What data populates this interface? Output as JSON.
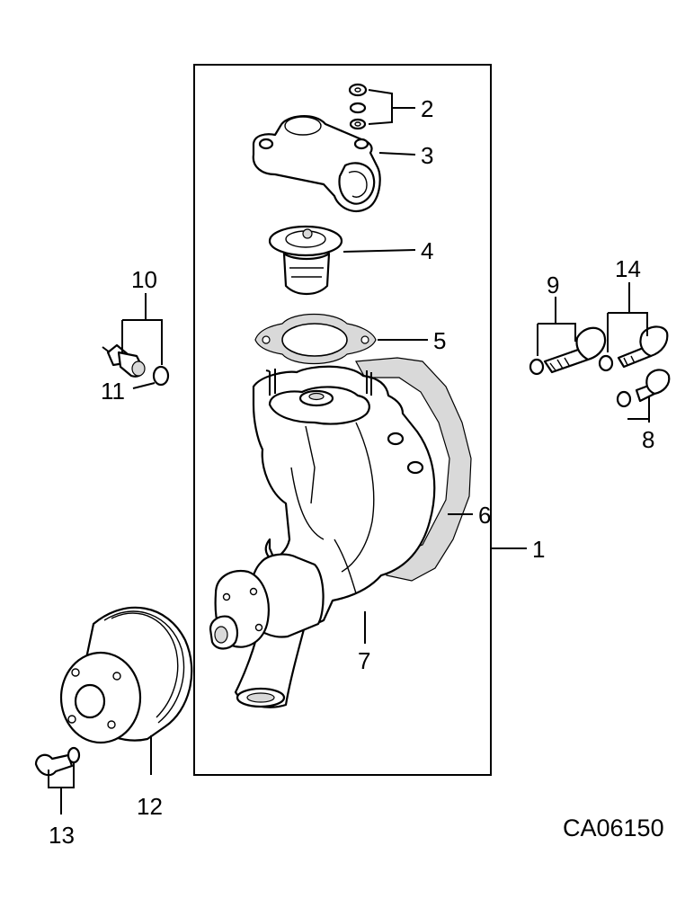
{
  "figure_id": "CA06150",
  "callouts": {
    "c1": "1",
    "c2": "2",
    "c3": "3",
    "c4": "4",
    "c5": "5",
    "c6": "6",
    "c7": "7",
    "c8": "8",
    "c9": "9",
    "c10": "10",
    "c11": "11",
    "c12": "12",
    "c13": "13",
    "c14": "14"
  },
  "colors": {
    "ink": "#000000",
    "paper": "#ffffff"
  }
}
